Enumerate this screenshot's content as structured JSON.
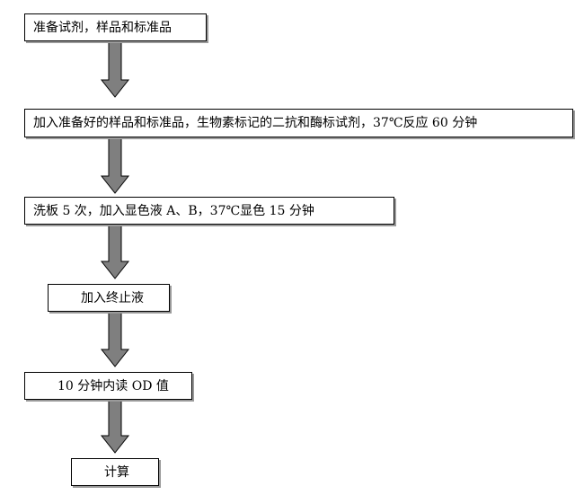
{
  "flowchart": {
    "steps": [
      {
        "label": "准备试剂，样品和标准品"
      },
      {
        "label": "加入准备好的样品和标准品，生物素标记的二抗和酶标试剂，37℃反应 60 分钟"
      },
      {
        "label": "洗板 5 次，加入显色液 A、B，37℃显色 15 分钟"
      },
      {
        "label": "加入终止液"
      },
      {
        "label": "10 分钟内读 OD 值"
      },
      {
        "label": "计算"
      }
    ]
  },
  "colors": {
    "arrow_fill": "#7f7f7f",
    "arrow_stroke": "#000000",
    "box_border": "#000000",
    "box_shadow": "#9a9a9a"
  }
}
